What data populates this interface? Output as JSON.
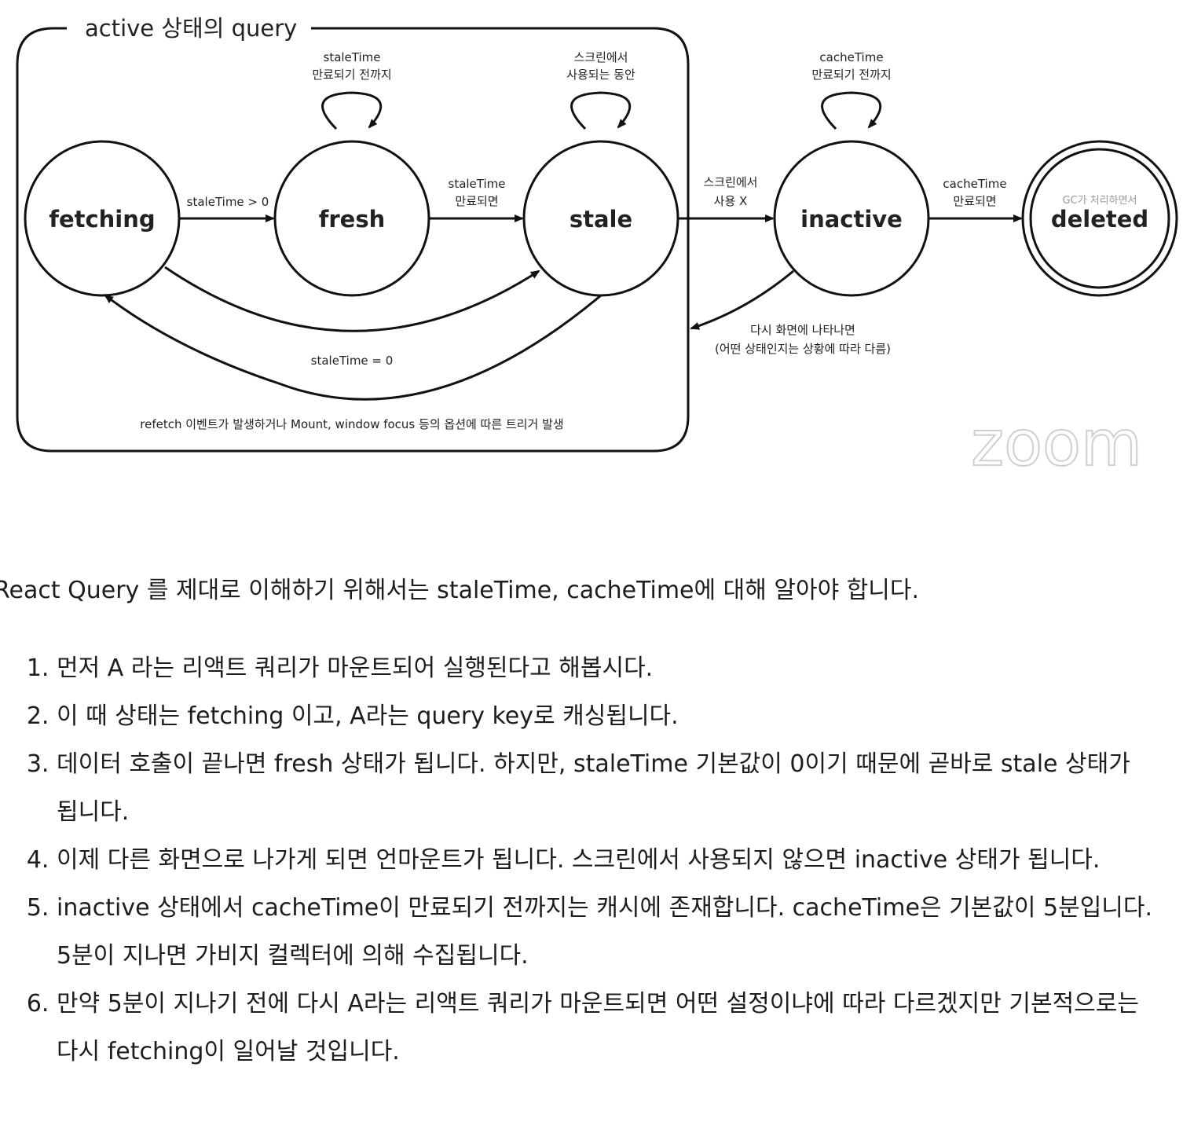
{
  "diagram": {
    "group_label": "active 상태의 query",
    "nodes": {
      "fetching": "fetching",
      "fresh": "fresh",
      "stale": "stale",
      "inactive": "inactive",
      "deleted": "deleted"
    },
    "loops": {
      "fresh": [
        "staleTime",
        "만료되기 전까지"
      ],
      "stale": [
        "스크린에서",
        "사용되는 동안"
      ],
      "inactive": [
        "cacheTime",
        "만료되기 전까지"
      ]
    },
    "edges": {
      "fetching_to_fresh": "staleTime > 0",
      "fresh_to_stale": [
        "staleTime",
        "만료되면"
      ],
      "stale_to_inactive": [
        "스크린에서",
        "사용 X"
      ],
      "inactive_to_deleted": [
        "cacheTime",
        "만료되면"
      ],
      "fetching_to_stale": "staleTime = 0",
      "inactive_back": [
        "다시 화면에 나타나면",
        "(어떤 상태인지는 상황에 따라 다름)"
      ],
      "refetch": "refetch 이벤트가 발생하거나 Mount, window focus 등의 옵션에 따른 트리거 발생"
    },
    "deleted_note": "GC가 처리하면서",
    "watermark": "zoom"
  },
  "article": {
    "intro": "React Query 를 제대로 이해하기 위해서는 staleTime, cacheTime에 대해 알아야 합니다.",
    "steps": [
      "먼저 A 라는 리액트 쿼리가 마운트되어 실행된다고 해봅시다.",
      "이 때 상태는 fetching 이고, A라는 query key로 캐싱됩니다.",
      "데이터 호출이 끝나면 fresh 상태가 됩니다. 하지만, staleTime 기본값이 0이기 때문에 곧바로 stale 상태가 됩니다.",
      "이제 다른 화면으로 나가게 되면 언마운트가 됩니다. 스크린에서 사용되지 않으면 inactive 상태가 됩니다.",
      "inactive 상태에서 cacheTime이 만료되기 전까지는 캐시에 존재합니다. cacheTime은 기본값이 5분입니다. 5분이 지나면 가비지 컬렉터에 의해 수집됩니다.",
      "만약 5분이 지나기 전에 다시 A라는 리액트 쿼리가 마운트되면 어떤 설정이냐에 따라 다르겠지만 기본적으로는 다시 fetching이 일어날 것입니다."
    ]
  }
}
